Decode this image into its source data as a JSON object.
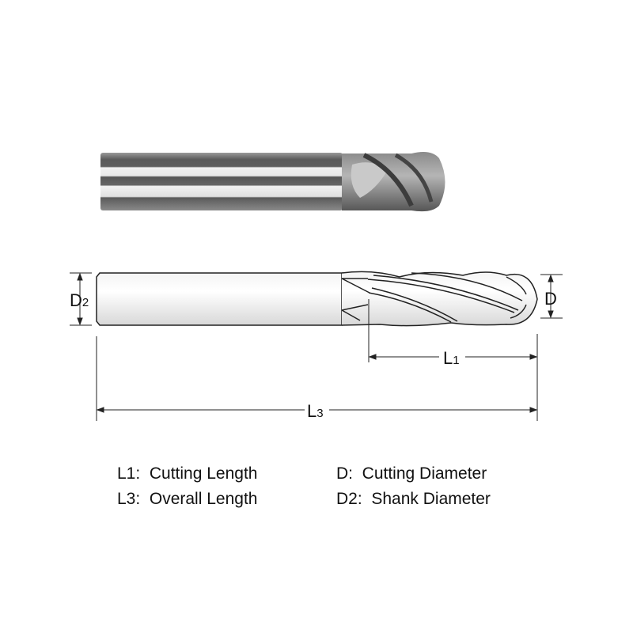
{
  "dimensions": {
    "d2": {
      "main": "D",
      "sub": "2"
    },
    "d": {
      "main": "D"
    },
    "l1": {
      "main": "L",
      "sub": "1"
    },
    "l3": {
      "main": "L",
      "sub": "3"
    }
  },
  "legend": [
    {
      "key": "L1:",
      "text": "Cutting Length"
    },
    {
      "key": "L3:",
      "text": "Overall Length"
    },
    {
      "key": "D:",
      "text": "Cutting Diameter"
    },
    {
      "key": "D2:",
      "text": "Shank Diameter"
    }
  ],
  "colors": {
    "line": "#222222",
    "shank_dark": "#6e6e6e",
    "shank_light": "#e6e6e6"
  }
}
